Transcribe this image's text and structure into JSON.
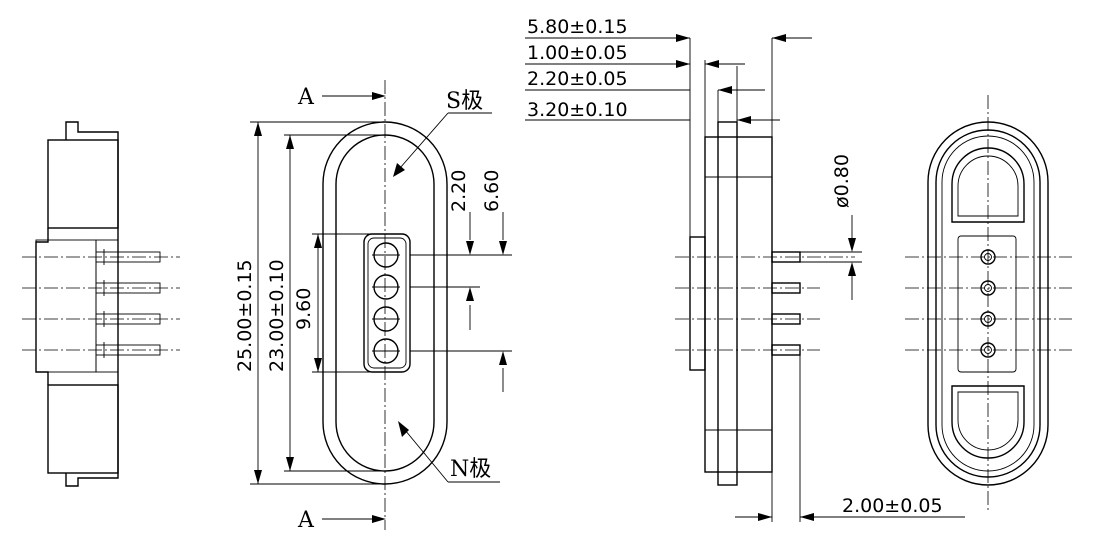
{
  "dimensions": {
    "d_5_80": "5.80±0.15",
    "d_1_00": "1.00±0.05",
    "d_2_20b": "2.20±0.05",
    "d_3_20": "3.20±0.10",
    "d_2_00": "2.00±0.05",
    "d_25_00": "25.00±0.15",
    "d_23_00": "23.00±0.10",
    "d_9_60": "9.60",
    "d_2_20": "2.20",
    "d_6_60": "6.60",
    "d_phi": "ø0.80"
  },
  "labels": {
    "section_a": "A",
    "s_pole": "S极",
    "n_pole": "N极"
  }
}
